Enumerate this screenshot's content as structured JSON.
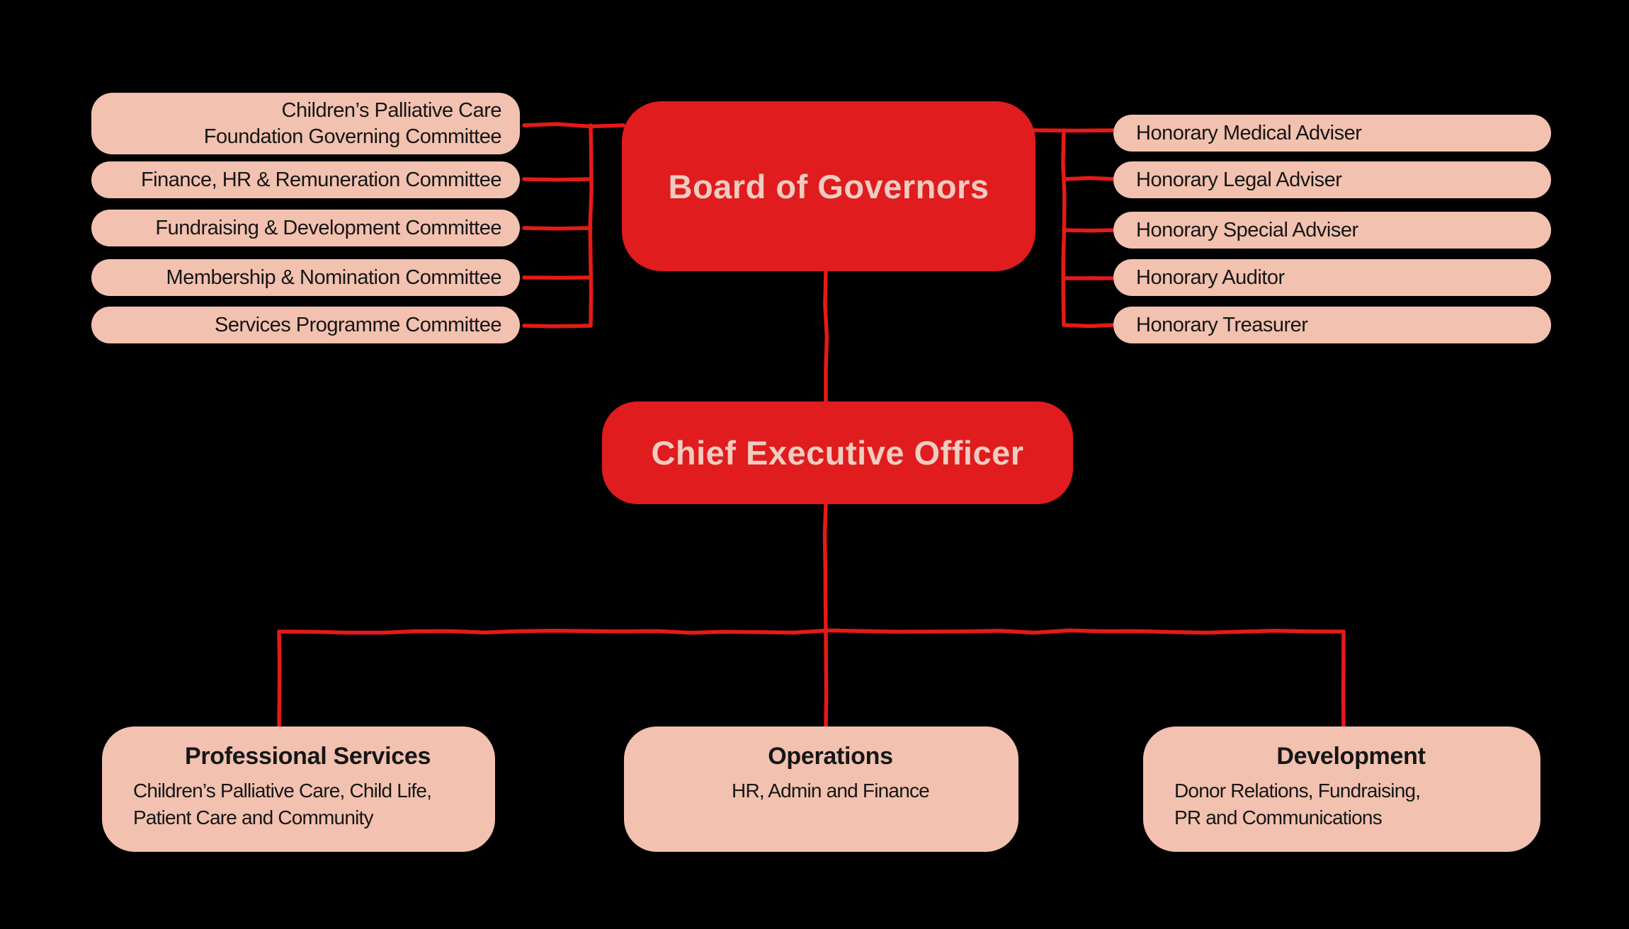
{
  "colors": {
    "background": "#000000",
    "red_box": "#E01C1F",
    "pink_box": "#F2C1AF",
    "text_on_red": "#F0CCC0",
    "text_dark": "#161616",
    "connector": "#E51A17"
  },
  "board": {
    "label": "Board of Governors"
  },
  "ceo": {
    "label": "Chief Executive Officer"
  },
  "committees": [
    "Children’s Palliative Care\nFoundation Governing Committee",
    "Finance, HR & Remuneration Committee",
    "Fundraising & Development Committee",
    "Membership & Nomination Committee",
    "Services Programme Committee"
  ],
  "advisers": [
    "Honorary Medical Adviser",
    "Honorary Legal Adviser",
    "Honorary Special Adviser",
    "Honorary Auditor",
    "Honorary Treasurer"
  ],
  "departments": [
    {
      "title": "Professional Services",
      "subtitle": "Children’s Palliative Care, Child Life,\nPatient Care and Community"
    },
    {
      "title": "Operations",
      "subtitle": "HR, Admin and Finance"
    },
    {
      "title": "Development",
      "subtitle": "Donor Relations, Fundraising,\nPR and Communications"
    }
  ]
}
